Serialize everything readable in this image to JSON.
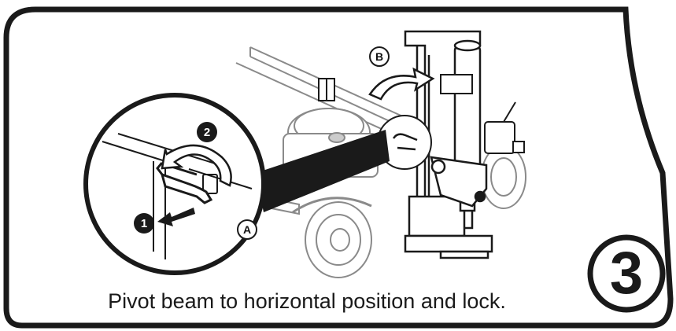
{
  "caption": "Pivot beam to horizontal position and lock.",
  "step_number": "3",
  "callouts": {
    "a": "A",
    "b": "B",
    "one": "1",
    "two": "2"
  },
  "colors": {
    "line": "#1a1a1a",
    "light_line": "#8a8a8a",
    "background": "#ffffff"
  }
}
